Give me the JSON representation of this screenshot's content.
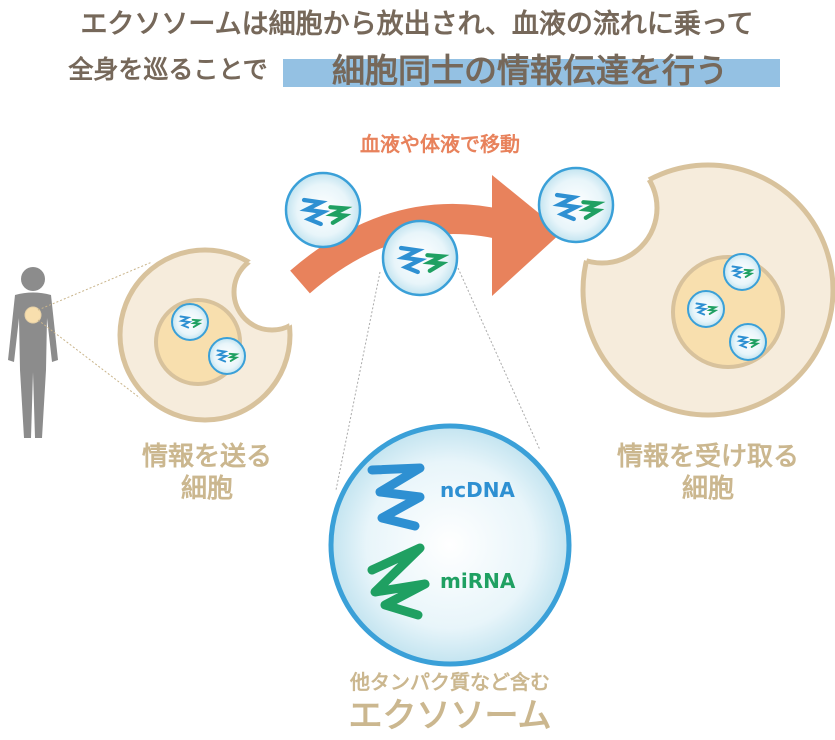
{
  "title": {
    "line1": "エクソソームは細胞から放出され、血液の流れに乗って",
    "line2_prefix": "全身を巡ることで",
    "line2_highlight": "細胞同士の情報伝達を行う"
  },
  "arrow_label": "血液や体液で移動",
  "sender_cell": {
    "line1": "情報を送る",
    "line2": "細胞"
  },
  "receiver_cell": {
    "line1": "情報を受け取る",
    "line2": "細胞"
  },
  "exosome_detail": {
    "rna1": "ncDNA",
    "rna2": "miRNA",
    "caption_small": "他タンパク質など含む",
    "caption_large": "エクソソーム"
  },
  "colors": {
    "title": "#76685a",
    "highlight": "#94c1e3",
    "arrow": "#e8825c",
    "cell_fill": "#f6ecdc",
    "cell_border": "#d8c29c",
    "nucleus": "#f8dfae",
    "exosome_border": "#3aa0d8",
    "blue_rna": "#2e90d2",
    "green_rna": "#1fa062"
  }
}
